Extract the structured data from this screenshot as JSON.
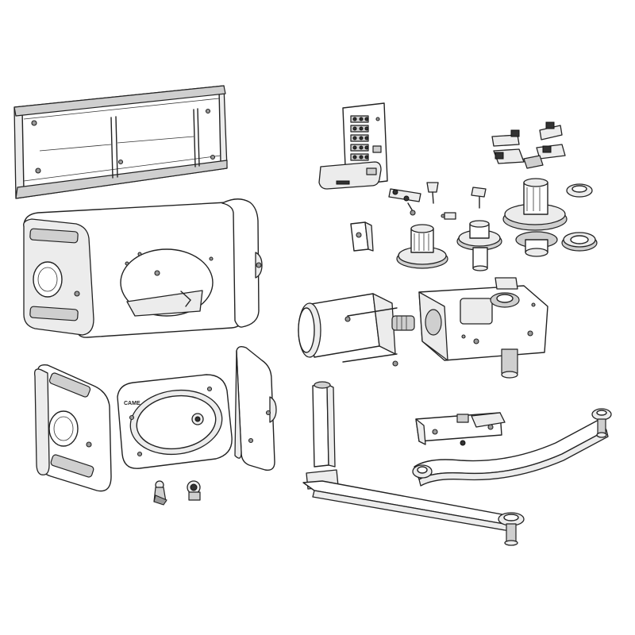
{
  "diagram": {
    "logo_text": "CAME",
    "parts": [
      "mounting-rail-bracket",
      "operator-housing",
      "housing-end-cap",
      "cover-plate",
      "side-cover",
      "release-key",
      "lock-cylinder",
      "control-terminal-board",
      "limit-switch-cams",
      "electric-motor",
      "gearbox",
      "drive-gear-large",
      "drive-gear-small",
      "drive-gear-medium",
      "output-shaft",
      "mounting-bracket",
      "straight-arm",
      "curved-arm"
    ]
  }
}
